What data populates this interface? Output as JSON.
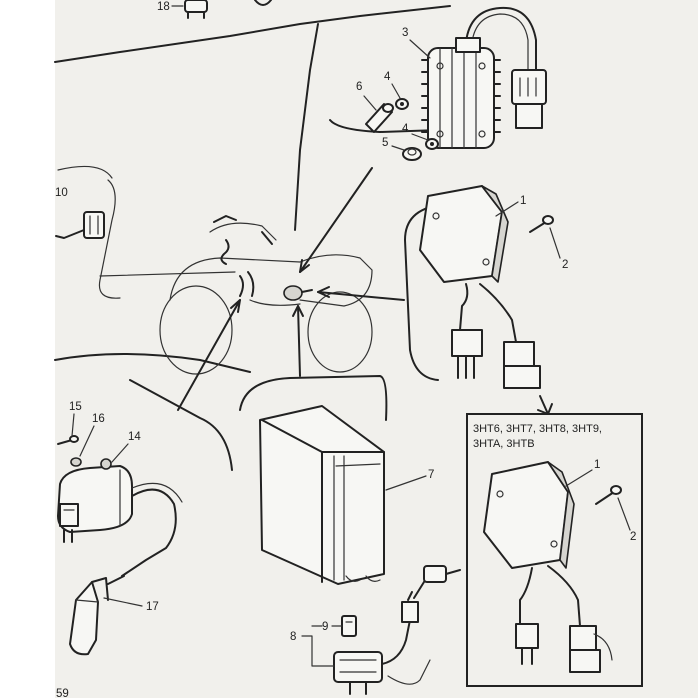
{
  "callouts": {
    "top_18": "18",
    "c3": "3",
    "c4a": "4",
    "c6": "6",
    "c4b": "4",
    "c5": "5",
    "c10": "10",
    "c1": "1",
    "c2": "2",
    "c7": "7",
    "c15": "15",
    "c16": "16",
    "c14": "14",
    "c17": "17",
    "c9": "9",
    "c8": "8",
    "inset_1": "1",
    "inset_2": "2",
    "page_corner": "59"
  },
  "inset": {
    "model_line_1": "3HT6, 3HT7, 3HT8, 3HT9,",
    "model_line_2": "3HTA, 3HTB"
  }
}
